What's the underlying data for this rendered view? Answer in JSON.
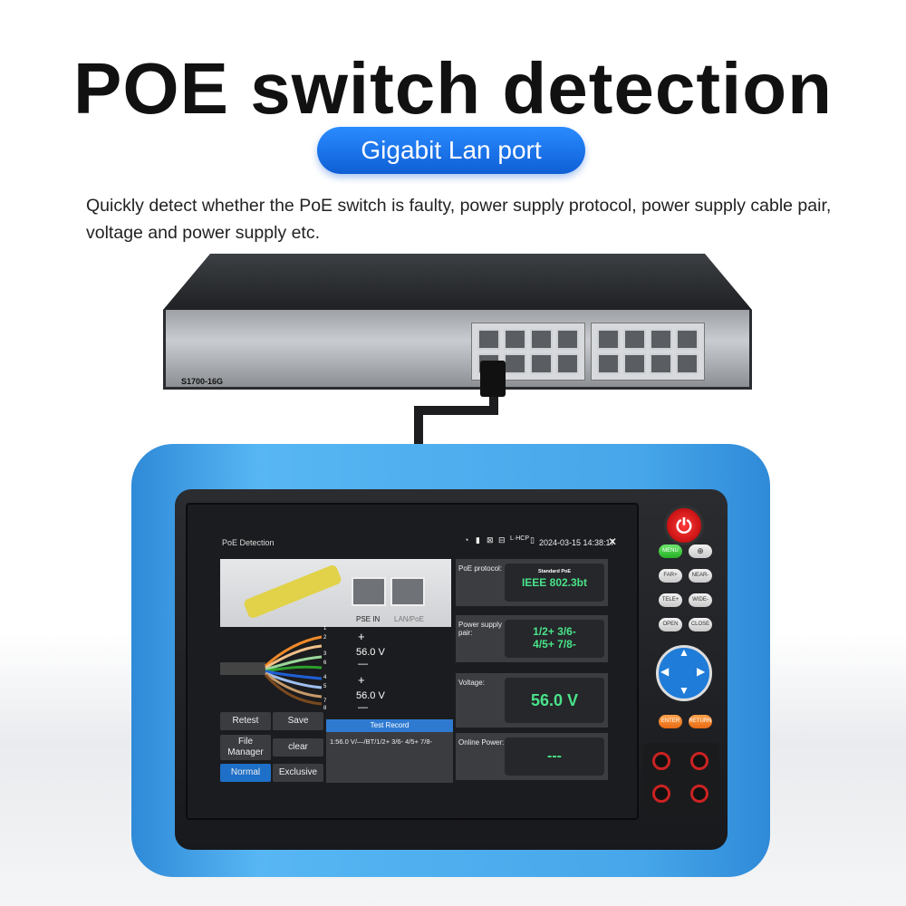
{
  "banner": {
    "title": "POE switch detection",
    "pill": "Gigabit Lan port",
    "description": "Quickly detect whether the PoE switch is faulty, power supply protocol, power supply cable pair, voltage and power supply etc."
  },
  "switch": {
    "model": "S1700-16G"
  },
  "screen": {
    "title": "PoE Detection",
    "datetime": "2024-03-15 14:38:17",
    "ports": {
      "pse_in": "PSE IN",
      "lan_poe": "LAN/PoE"
    },
    "pins": [
      "1",
      "2",
      "3",
      "6",
      "4",
      "5",
      "7",
      "8"
    ],
    "pair_1": {
      "plus": "+",
      "voltage": "56.0 V",
      "minus": "—"
    },
    "pair_2": {
      "plus": "+",
      "voltage": "56.0 V",
      "minus": "—"
    },
    "buttons": {
      "retest": "Retest",
      "save": "Save",
      "file_manager": "File Manager",
      "clear": "clear",
      "normal": "Normal",
      "exclusive": "Exclusive"
    },
    "test_record": {
      "header": "Test Record",
      "line": "1:56.0 V/—/BT/1/2+  3/6-  4/5+  7/8-"
    },
    "poe_protocol": {
      "label": "PoE protocol:",
      "sub": "Standard PoE",
      "value": "IEEE 802.3bt"
    },
    "power_supply_pair": {
      "label": "Power supply pair:",
      "line1": "1/2+  3/6-",
      "line2": "4/5+  7/8-"
    },
    "voltage": {
      "label": "Voltage:",
      "value": "56.0 V"
    },
    "online_power": {
      "label": "Online Power:",
      "value": "---"
    }
  },
  "side_buttons": {
    "menu": "MENU",
    "far": "FAR+",
    "near": "NEAR-",
    "tele": "TELE+",
    "wide": "WIDE-",
    "open": "OPEN",
    "close": "CLOSE",
    "enter": "ENTER",
    "return": "RETURN"
  },
  "colors": {
    "accent": "#1e6fc7",
    "value_green": "#49e38a",
    "case_blue": "#46a6e9"
  }
}
